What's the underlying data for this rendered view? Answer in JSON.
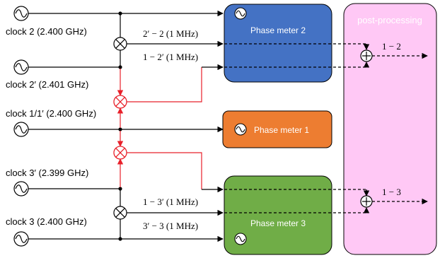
{
  "clocks": {
    "clock2": "clock 2 (2.400 GHz)",
    "clock2p": "clock 2′ (2.401 GHz)",
    "clock1": "clock 1/1′ (2.400 GHz)",
    "clock3p": "clock 3′ (2.399 GHz)",
    "clock3": "clock 3 (2.400 GHz)"
  },
  "beatnotes": {
    "b22p": "2′ − 2 (1 MHz)",
    "b2p2": "1 − 2′ (1 MHz)",
    "b13p": "1 − 3′ (1 MHz)",
    "b3p3": "3′ − 3 (1 MHz)"
  },
  "phase_meters": {
    "pm2": "Phase meter 2",
    "pm1": "Phase meter 1",
    "pm3": "Phase meter 3"
  },
  "post_processing": "post-processing",
  "outputs": {
    "o12": "1 − 2",
    "o13": "1 − 3"
  },
  "colors": {
    "pm2": "#4472c4",
    "pm1": "#ed7d31",
    "pm3": "#70ad47",
    "post_processing": "#ffc8f5",
    "red_mixer": "#e8202a"
  }
}
